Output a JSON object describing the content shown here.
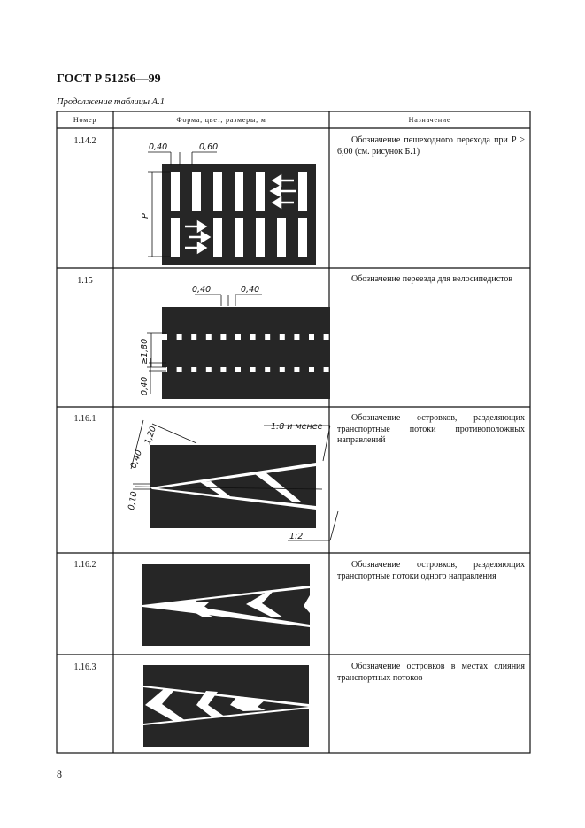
{
  "header": {
    "title": "ГОСТ Р 51256—99",
    "caption": "Продолжение таблицы   А.1"
  },
  "table": {
    "columns": [
      "Номер",
      "Форма, цвет, размеры, м",
      "Назначение"
    ],
    "rows": [
      {
        "number": "1.14.2",
        "description": "Обозначение пешеходного перехода при P > 6,00 (см. рисунок Б.1)",
        "labels": [
          "0,40",
          "0,60",
          "P"
        ]
      },
      {
        "number": "1.15",
        "description": "Обозначение переезда для велосипедистов",
        "labels": [
          "0,40",
          "0,40",
          "≥1,80",
          "0,40"
        ]
      },
      {
        "number": "1.16.1",
        "description": "Обозначение островков, разделяющих транспортные потоки противоположных направлений",
        "labels": [
          "1,20",
          "0,40",
          "0,10",
          "1:8 и менее",
          "1:2"
        ]
      },
      {
        "number": "1.16.2",
        "description": "Обозначение островков, разделяющих транспортные потоки одного направления"
      },
      {
        "number": "1.16.3",
        "description": "Обозначение островков в местах слияния транспортных потоков"
      }
    ]
  },
  "footer": {
    "page_number": "8"
  },
  "colors": {
    "marking_black": "#262626",
    "marking_white": "#ffffff"
  }
}
